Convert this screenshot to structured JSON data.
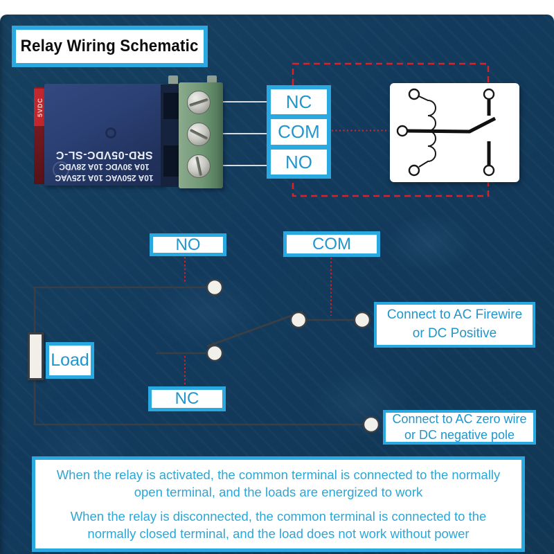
{
  "title": "Relay Wiring Schematic",
  "colors": {
    "board_background": "#123a5c",
    "accent_cyan_border": "#2aa9e0",
    "cyan_text": "#2196cc",
    "red_dashed": "#e02028",
    "wire_gray": "#3a3f45",
    "relay_blue": "#2b4074",
    "terminal_green": "#6f9674",
    "strip_red": "#c1272d"
  },
  "relay_module": {
    "side_label": "5VDC",
    "print_model": "SRD-05VDC-SL-C",
    "print_ratings_ac": "10A 250VAC  10A 125VAC",
    "print_ratings_dc": "10A 30VDC  10A 28VDC"
  },
  "module_terminals": {
    "nc": "NC",
    "com": "COM",
    "no": "NO"
  },
  "switch_labels": {
    "no": "NO",
    "com": "COM",
    "nc": "NC"
  },
  "load_label": "Load",
  "callouts": {
    "live_line1": "Connect to AC Firewire",
    "live_line2": "or DC Positive",
    "neutral_line1": "Connect to AC zero wire",
    "neutral_line2": "or DC negative pole"
  },
  "notes": {
    "activated": "When the relay is activated, the common terminal is connected to the normally open terminal, and the loads are energized to work",
    "disconnected": "When the relay is disconnected, the common terminal is connected to the normally closed terminal, and the load does not work without power"
  }
}
